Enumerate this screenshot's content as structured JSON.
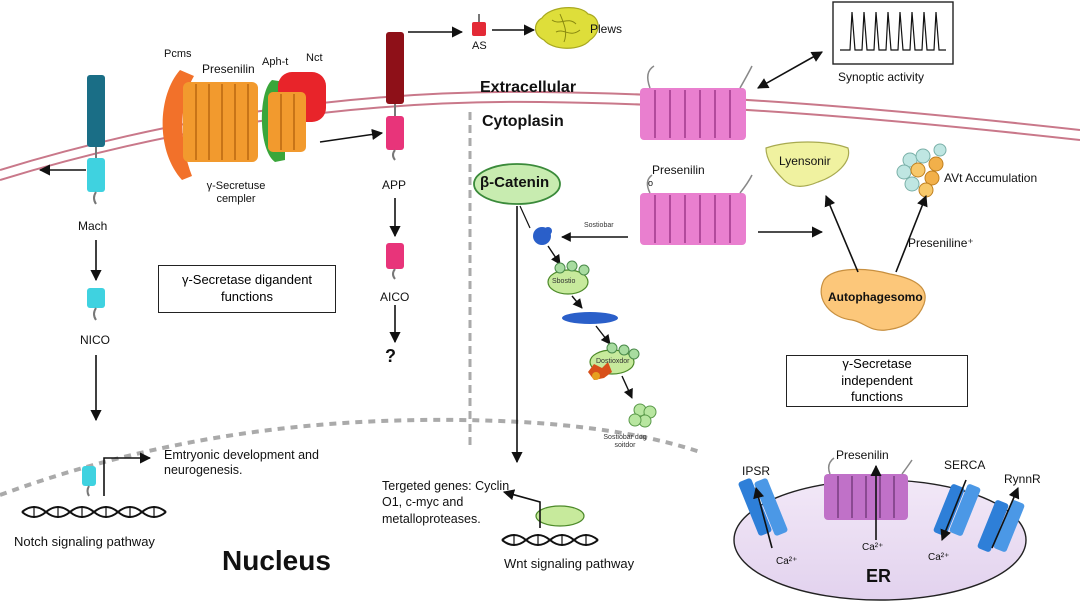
{
  "labels": {
    "extracellular": "Extracellular",
    "cytoplasm": "Cytoplasin",
    "nucleus": "Nucleus",
    "er": "ER",
    "pcms": "Pcms",
    "presenilin_top": "Presenilin",
    "aph1": "Aph-t",
    "nct": "Nct",
    "gsec_complex": "γ-Secretuse cempler",
    "mach": "Mach",
    "nico": "NICO",
    "app": "APP",
    "aico": "AICO",
    "question": "?",
    "ab": "AS",
    "plews": "Plews",
    "synaptic_activity": "Synoptic activity",
    "beta_catenin": "β-Catenin",
    "presenilin_mid": "Presenilin",
    "lysosome": "Lyensonir",
    "avt_accumulation": "AVt Accumulation",
    "preseniline": "Preseniline⁺",
    "autophagosome": "Autophagesomo",
    "embryonic": "Emtryonic development and neurogenesis.",
    "notch_pathway": "Notch signaling pathway",
    "targeted_genes": "Tergeted genes: Cyclin O1, c-myc and metalloproteases.",
    "wnt_pathway": "Wnt signaling pathway",
    "ipsr": "IPSR",
    "presenilin_er": "Presenilin",
    "serca": "SERCA",
    "rynnr": "RynnR",
    "ca1": "Ca²⁺",
    "ca2": "Ca²⁺",
    "ca3": "Ca²⁺",
    "box_dependent": "γ-Secretase digandent functions",
    "box_independent": "γ-Secretase independent functions",
    "tiny_arrow_label": "Sostiobar",
    "tiny_bottom_label": "Sostiobar dog soitdor",
    "degrad_label": "Dostioxdor",
    "complex_label": "Sbostio"
  },
  "colors": {
    "membrane": "#c9788a",
    "presenilin_orange": "#f29a2e",
    "presenilin_magenta": "#e97fcf",
    "nct_red": "#e8242a",
    "aph_green": "#3aa63a",
    "notch_teal": "#1a6e86",
    "notch_cyan": "#3fd2e0",
    "app_dark": "#8e1018",
    "app_pink": "#e8347a",
    "ab_red": "#e32a36",
    "plaque_yellow": "#dede3a",
    "lysosome_yellow": "#f0f2a0",
    "autophago_orange": "#fcc77a",
    "er_fill": "#ece0f3",
    "channel_blue": "#2e7fd8",
    "beta_green": "#c8ecb0",
    "pale_green": "#c7ea9c"
  }
}
